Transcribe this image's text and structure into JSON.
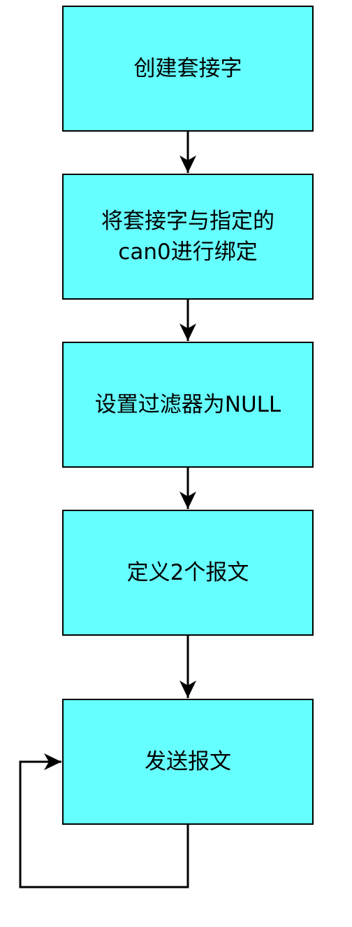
{
  "colors": {
    "node_fill": "#66FFFF",
    "stroke": "#000000",
    "background": "#FFFFFF"
  },
  "nodes": [
    {
      "id": "create-socket",
      "label": "创建套接字"
    },
    {
      "id": "bind-can0",
      "label": "将套接字与指定的\ncan0进行绑定"
    },
    {
      "id": "set-filter-null",
      "label": "设置过滤器为NULL"
    },
    {
      "id": "define-two-frames",
      "label": "定义2个报文"
    },
    {
      "id": "send-frames",
      "label": "发送报文"
    }
  ],
  "edges": [
    {
      "from": "create-socket",
      "to": "bind-can0"
    },
    {
      "from": "bind-can0",
      "to": "set-filter-null"
    },
    {
      "from": "set-filter-null",
      "to": "define-two-frames"
    },
    {
      "from": "define-two-frames",
      "to": "send-frames"
    },
    {
      "from": "send-frames",
      "to": "send-frames",
      "kind": "loop"
    }
  ]
}
